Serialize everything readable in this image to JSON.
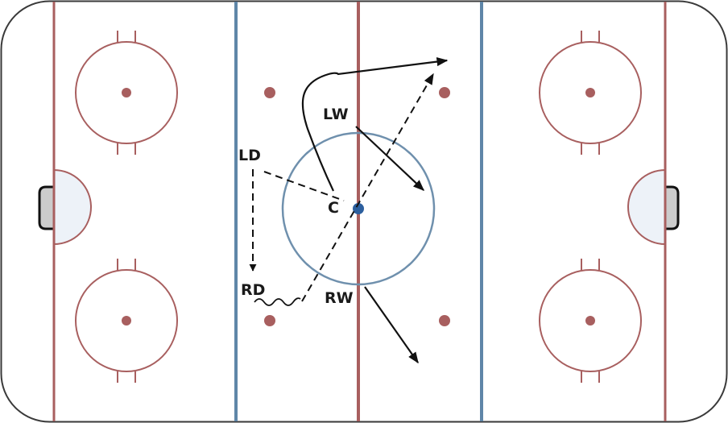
{
  "colors": {
    "board": "#3a3a3a",
    "red_line": "#a85f5f",
    "blue_line": "#5f86a8",
    "center_circle": "#6f90ad",
    "center_dot": "#2c5f9e",
    "crease_fill": "#edf2f8",
    "net_fill": "#cccccc",
    "arrow": "#111111"
  },
  "players": {
    "lw": "LW",
    "ld": "LD",
    "c": "C",
    "rd": "RD",
    "rw": "RW"
  }
}
